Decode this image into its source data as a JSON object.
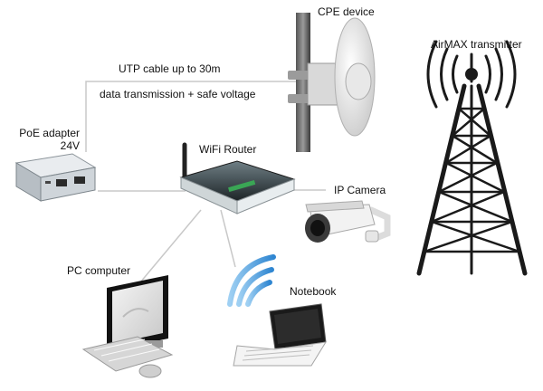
{
  "labels": {
    "cpe_device": "CPE device",
    "airmax_transmitter": "AirMAX transmitter",
    "utp_cable": "UTP cable up to 30m",
    "data_transmission": "data transmission + safe voltage",
    "poe_adapter_line1": "PoE adapter",
    "poe_adapter_line2": "24V",
    "wifi_router": "WiFi Router",
    "ip_camera": "IP Camera",
    "pc_computer": "PC computer",
    "notebook": "Notebook"
  },
  "icons": [
    "poe-adapter-icon",
    "cpe-antenna-icon",
    "airmax-tower-icon",
    "wifi-router-icon",
    "ip-camera-icon",
    "pc-computer-icon",
    "notebook-icon",
    "wifi-waves-icon"
  ],
  "colors": {
    "line": "#c8c8c8",
    "router_led": "#3aa655",
    "wifi_blue": "#3b8fd6",
    "tower_black": "#1a1a1a"
  }
}
